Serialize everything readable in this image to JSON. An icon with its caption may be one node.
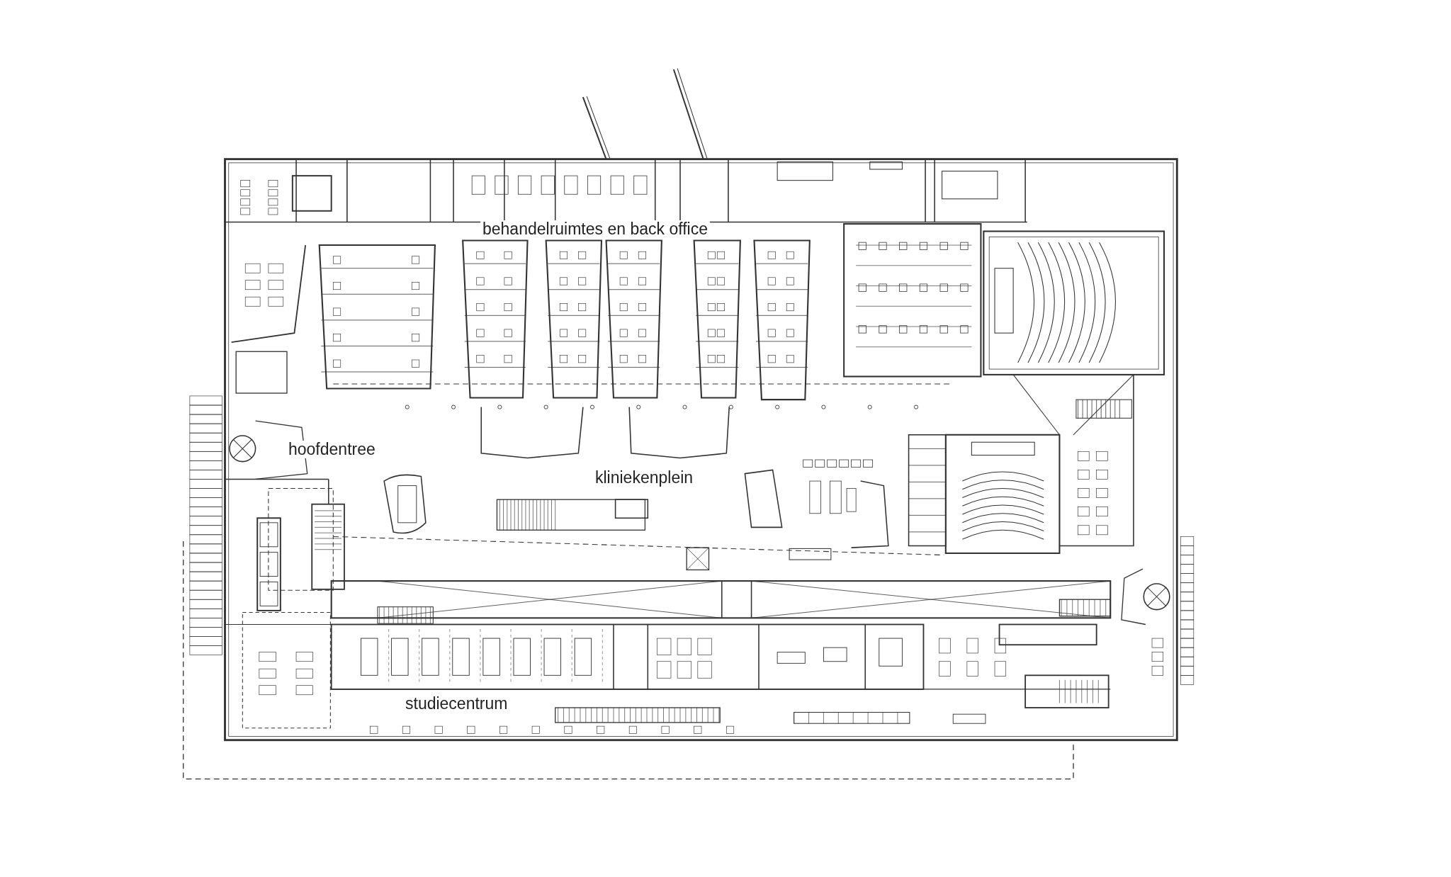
{
  "diagram": {
    "labels": [
      "behandelruimtes en back office",
      "hoofdentree",
      "kliniekenplein",
      "studiecentrum"
    ]
  }
}
